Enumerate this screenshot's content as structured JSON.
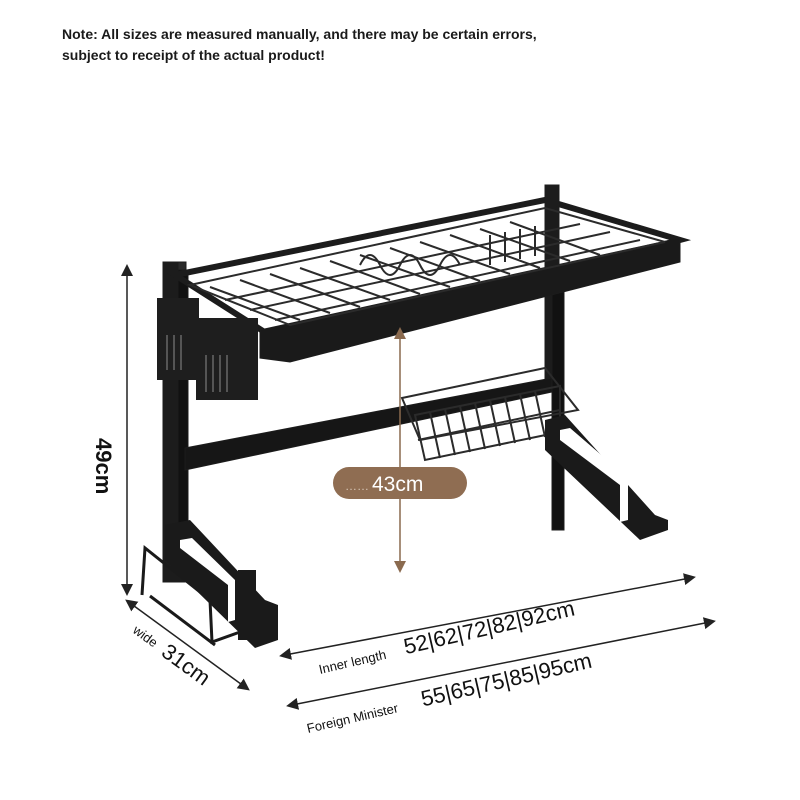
{
  "note": {
    "line1": "Note: All sizes are measured manually, and there may be certain errors,",
    "line2": "subject to receipt of the actual product!"
  },
  "dimensions": {
    "height_label": "49cm",
    "clearance_label": "43cm",
    "clearance_prefix": "……",
    "width_caption": "wide",
    "width_value": "31cm",
    "inner_length_caption": "Inner length",
    "inner_length_values": "52|62|72|82|92cm",
    "outer_length_caption": "Foreign Minister",
    "outer_length_values": "55|65|75|85|95cm"
  },
  "colors": {
    "rack": "#1c1c1c",
    "badge": "#8f6d52",
    "arrow": "#8a6a4f",
    "dimension_line": "#222222"
  }
}
